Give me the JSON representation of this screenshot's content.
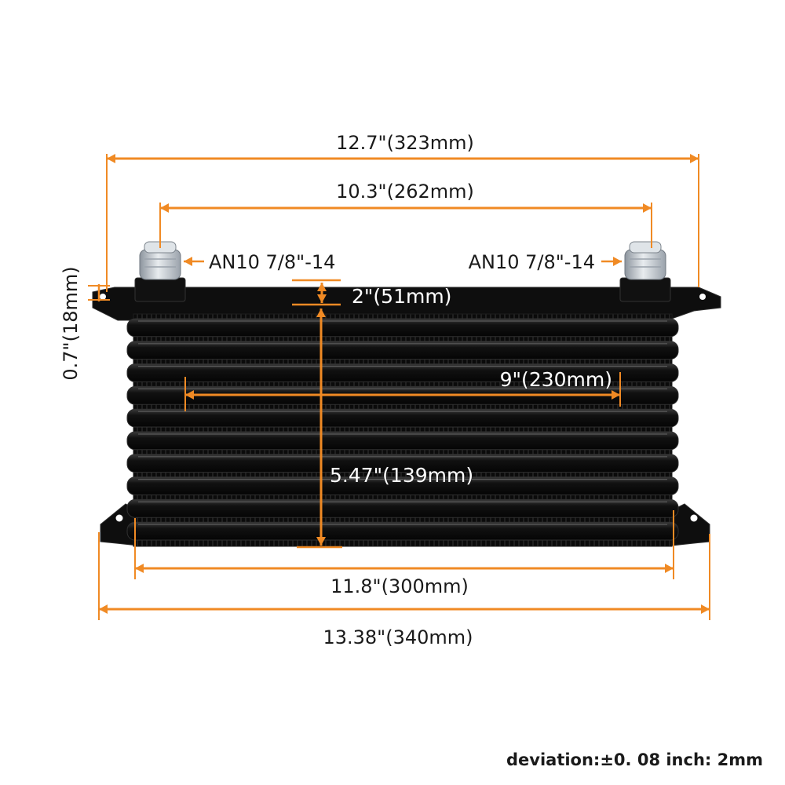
{
  "colors": {
    "dimension_line": "#f08a24",
    "cooler_body": "#0c0c0c",
    "cooler_highlight": "#3a3a3a",
    "fitting": "#c9cfd6",
    "text": "#1a1a1a"
  },
  "dimensions": {
    "overall_bracket_width": "12.7\"(323mm)",
    "fitting_spacing": "10.3\"(262mm)",
    "bracket_thickness": "0.7\"(18mm)",
    "fitting_offset": "2\"(51mm)",
    "core_inner_width": "9\"(230mm)",
    "core_height": "5.47\"(139mm)",
    "core_width": "11.8\"(300mm)",
    "overall_width": "13.38\"(340mm)"
  },
  "fittings": {
    "left_label": "AN10 7/8\"-14",
    "right_label": "AN10 7/8\"-14"
  },
  "note": "deviation:±0. 08 inch: 2mm",
  "icons": {
    "fitting_left": "an-fitting-icon",
    "fitting_right": "an-fitting-icon",
    "mounting_hole": "mounting-hole-icon"
  }
}
